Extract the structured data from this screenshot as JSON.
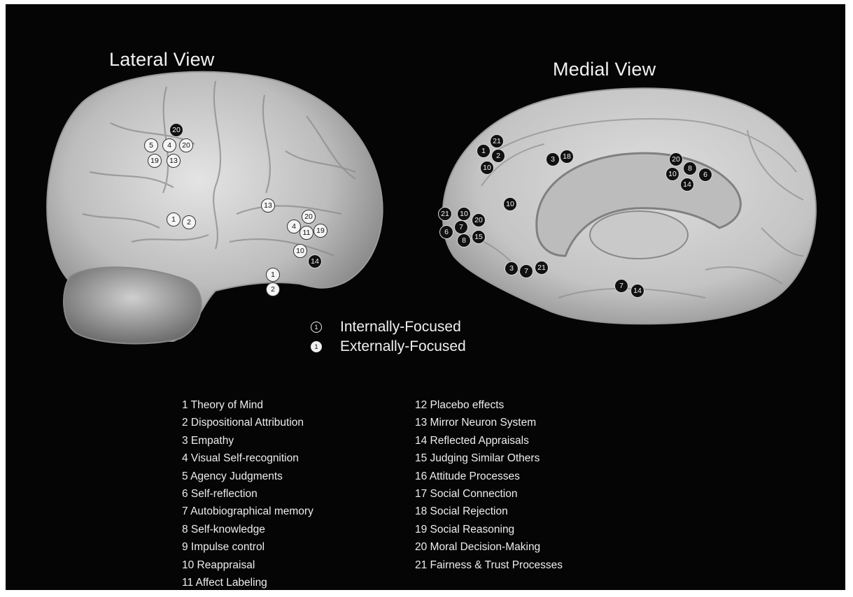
{
  "titles": {
    "lateral": "Lateral View",
    "medial": "Medial View"
  },
  "legend": {
    "internal_label": "Internally-Focused",
    "internal_icon_number": "1",
    "internal_style": "white-outline circle",
    "external_label": "Externally-Focused",
    "external_icon_number": "1",
    "external_style": "filled circle"
  },
  "markers": {
    "lateral": [
      {
        "n": "20",
        "style": "ext"
      },
      {
        "n": "5",
        "style": "int"
      },
      {
        "n": "4",
        "style": "int"
      },
      {
        "n": "20",
        "style": "int"
      },
      {
        "n": "19",
        "style": "int"
      },
      {
        "n": "13",
        "style": "int"
      },
      {
        "n": "1",
        "style": "int"
      },
      {
        "n": "2",
        "style": "int"
      },
      {
        "n": "13",
        "style": "int"
      },
      {
        "n": "20",
        "style": "int"
      },
      {
        "n": "4",
        "style": "int"
      },
      {
        "n": "11",
        "style": "int"
      },
      {
        "n": "19",
        "style": "int"
      },
      {
        "n": "10",
        "style": "int"
      },
      {
        "n": "14",
        "style": "ext"
      },
      {
        "n": "1",
        "style": "int"
      },
      {
        "n": "2",
        "style": "int"
      }
    ],
    "medial": [
      {
        "n": "21",
        "style": "ext"
      },
      {
        "n": "1",
        "style": "ext"
      },
      {
        "n": "2",
        "style": "ext"
      },
      {
        "n": "10",
        "style": "ext"
      },
      {
        "n": "3",
        "style": "ext"
      },
      {
        "n": "18",
        "style": "ext"
      },
      {
        "n": "20",
        "style": "ext"
      },
      {
        "n": "10",
        "style": "ext"
      },
      {
        "n": "8",
        "style": "ext"
      },
      {
        "n": "6",
        "style": "ext"
      },
      {
        "n": "14",
        "style": "ext"
      },
      {
        "n": "10",
        "style": "ext"
      },
      {
        "n": "21",
        "style": "ext"
      },
      {
        "n": "10",
        "style": "ext"
      },
      {
        "n": "20",
        "style": "ext"
      },
      {
        "n": "7",
        "style": "ext"
      },
      {
        "n": "6",
        "style": "ext"
      },
      {
        "n": "8",
        "style": "ext"
      },
      {
        "n": "15",
        "style": "ext"
      },
      {
        "n": "3",
        "style": "ext"
      },
      {
        "n": "7",
        "style": "ext"
      },
      {
        "n": "21",
        "style": "ext"
      },
      {
        "n": "7",
        "style": "ext"
      },
      {
        "n": "14",
        "style": "ext"
      }
    ]
  },
  "processes_left": [
    "1 Theory of Mind",
    "2 Dispositional Attribution",
    "3 Empathy",
    "4 Visual Self-recognition",
    "5 Agency Judgments",
    "6 Self-reflection",
    "7 Autobiographical memory",
    "8 Self-knowledge",
    "9 Impulse control",
    "10 Reappraisal",
    "11 Affect Labeling"
  ],
  "processes_right": [
    "12 Placebo effects",
    "13 Mirror Neuron System",
    "14 Reflected Appraisals",
    "15 Judging Similar Others",
    "16 Attitude Processes",
    "17 Social Connection",
    "18 Social Rejection",
    "19 Social Reasoning",
    "20 Moral Decision-Making",
    "21 Fairness & Trust Processes"
  ],
  "colors": {
    "background": "#050505",
    "brain_light": "#d9d9d9",
    "brain_shadow": "#7a7a7a",
    "text": "#ededed"
  }
}
